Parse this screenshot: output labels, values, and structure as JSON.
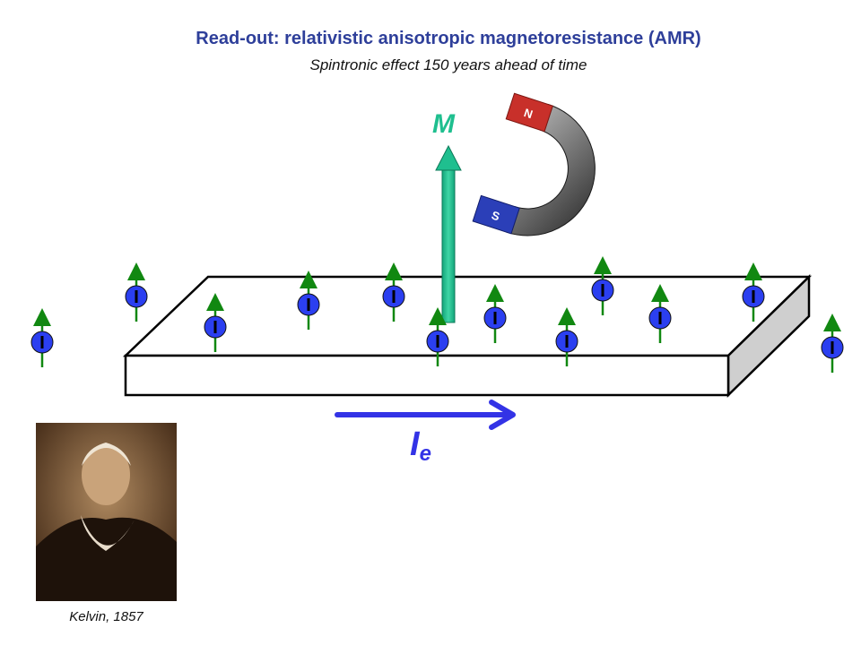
{
  "title": "Read-out: relativistic anisotropic magnetoresistance (AMR)",
  "subtitle": "Spintronic effect 150 years ahead of time",
  "labels": {
    "magnetization": "M",
    "current_main": "I",
    "current_sub": "e"
  },
  "photo": {
    "caption": "Kelvin, 1857"
  },
  "magnet": {
    "north_label": "N",
    "south_label": "S"
  },
  "colors": {
    "title": "#2e3f9a",
    "magnetization_arrow": "#1fbf8f",
    "current_arrow": "#3333e6",
    "spin_ball": "#2b3ff0",
    "spin_arrow": "#118811",
    "magnet_north": "#c8302a",
    "magnet_south": "#2b3fb8",
    "photo_sepia": "#5a3c22"
  },
  "icons": [
    "spin-electron-icon",
    "horseshoe-magnet-icon",
    "portrait-photo-icon"
  ]
}
